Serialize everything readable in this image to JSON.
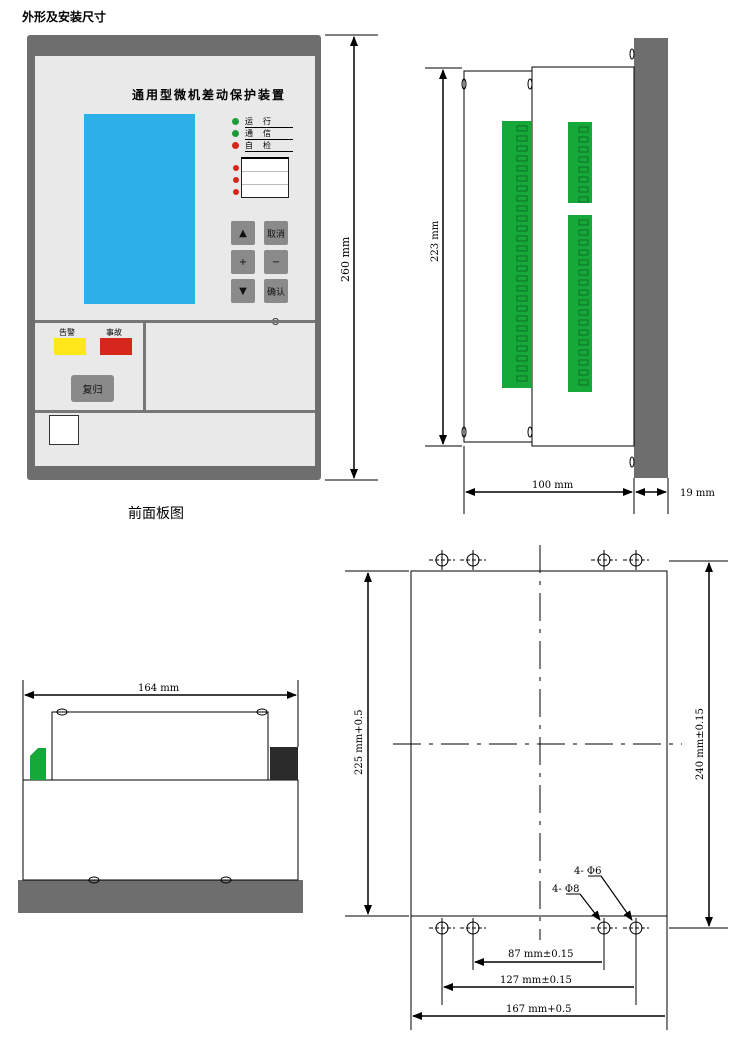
{
  "page_title": "外形及安装尺寸",
  "front_caption": "前面板图",
  "device_title": "通用型微机差动保护装置",
  "indicators": [
    {
      "label": "运行",
      "color": "#1f9a3a"
    },
    {
      "label": "通信",
      "color": "#1f9a3a"
    },
    {
      "label": "自检",
      "color": "#d4261b"
    }
  ],
  "keys": {
    "up": "▲",
    "cancel": "取消",
    "plus": "+",
    "minus": "−",
    "down": "▼",
    "confirm": "确认"
  },
  "alarm_label": "告警",
  "fault_label": "事故",
  "alarm_color": "#ffe81a",
  "fault_color": "#d4261b",
  "reset_label": "复归",
  "panel_color": "#6e6e6e",
  "lcd_color": "#2db0ea",
  "terminal_color": "#17a83a",
  "dims": {
    "front_height": "260 mm",
    "side_height": "223 mm",
    "side_depth": "100 mm",
    "side_flange": "19 mm",
    "top_width": "164 mm",
    "cutout_225": "225 mm+0.5",
    "cutout_240": "240 mm±0.15",
    "hole6": "4- Φ6",
    "hole8": "4- Φ8",
    "w87": "87 mm±0.15",
    "w127": "127 mm±0.15",
    "w167": "167 mm+0.5"
  }
}
